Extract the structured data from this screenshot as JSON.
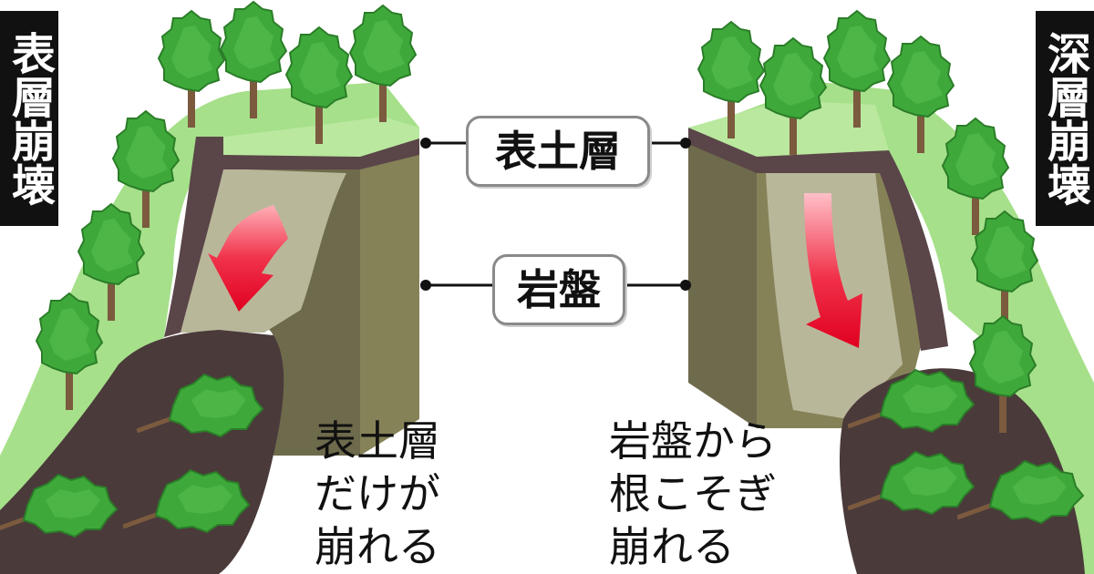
{
  "titles": {
    "left": "表層崩壊",
    "right": "深層崩壊"
  },
  "layers": {
    "topsoil": "表土層",
    "bedrock": "岩盤"
  },
  "captions": {
    "left": [
      "表土層",
      "だけが",
      "崩れる"
    ],
    "right": [
      "岩盤から",
      "根こそぎ",
      "崩れる"
    ]
  },
  "colors": {
    "grass": "#a6e08a",
    "tree_green": "#3ea93a",
    "trunk": "#7b5a3e",
    "soil_dark": "#5a4548",
    "bedrock_front": "#6e6a4c",
    "bedrock_side": "#858258",
    "slide_surface": "#b9b79a",
    "debris": "#4a3a3a",
    "arrow": "#e8102a"
  }
}
